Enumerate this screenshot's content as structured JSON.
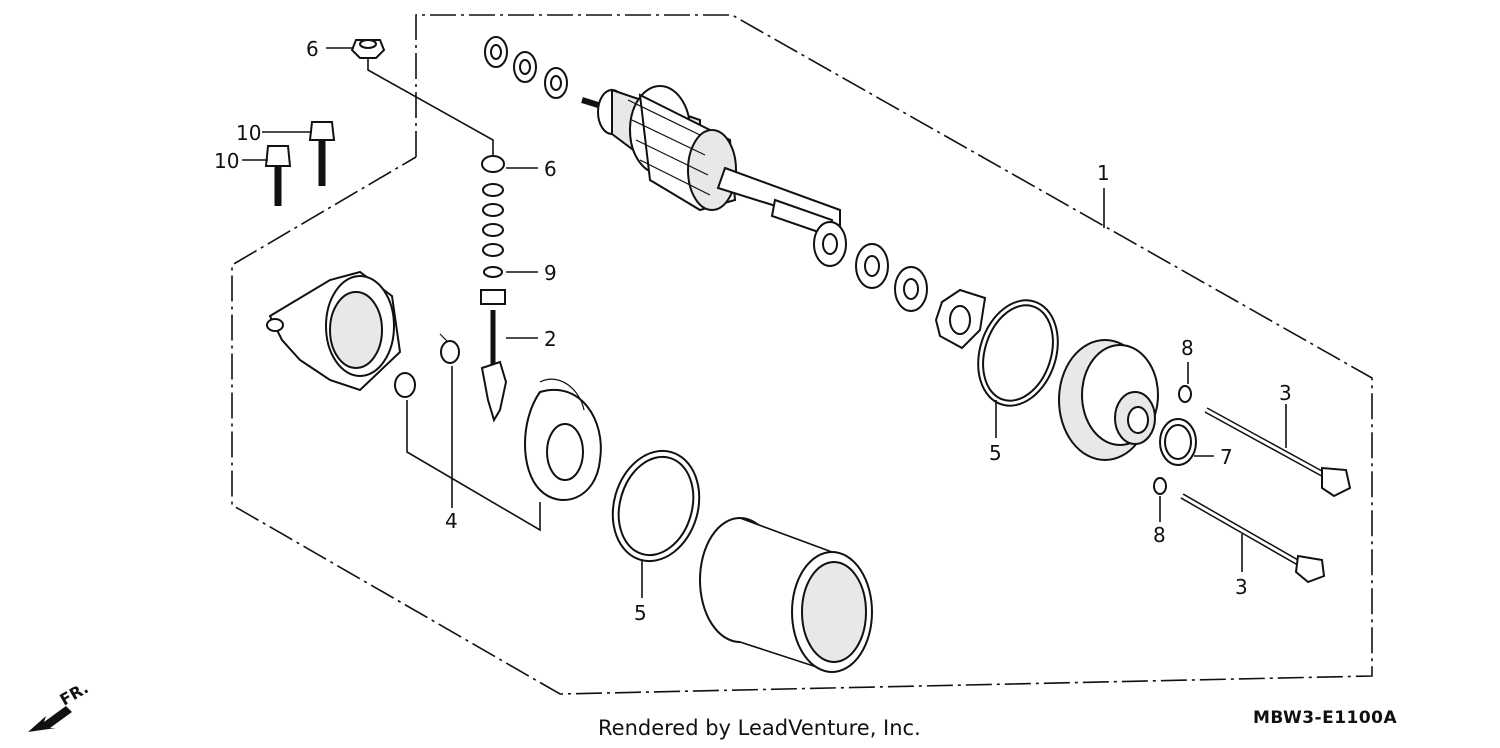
{
  "diagram": {
    "callouts": [
      "1",
      "2",
      "3",
      "3",
      "4",
      "5",
      "5",
      "6",
      "6",
      "7",
      "8",
      "8",
      "9",
      "10",
      "10"
    ],
    "front_indicator": "FR.",
    "credit": "Rendered by LeadVenture, Inc.",
    "diagram_code": "MBW3-E1100A"
  }
}
